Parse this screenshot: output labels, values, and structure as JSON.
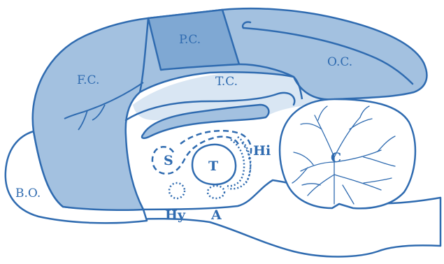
{
  "labels": {
    "bo": "B.O.",
    "fc": "F.C.",
    "pc": "P.C.",
    "tc": "T.C.",
    "oc": "O.C.",
    "s": "S",
    "t": "T",
    "hi": "Hi",
    "c": "C",
    "hy": "Hy",
    "a": "A"
  },
  "colors": {
    "outline": "#2f6bb0",
    "fill_medium": "#a3c1e0",
    "fill_dark": "#7fa8d3",
    "fill_light": "#d9e6f3",
    "background": "#ffffff"
  }
}
